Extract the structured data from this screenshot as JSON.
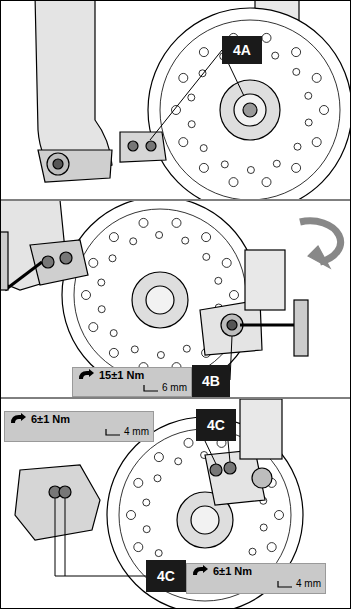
{
  "diagram": {
    "nodes": [
      {
        "text": [
          "4A"
        ]
      },
      {
        "text": [
          "15±1 Nm",
          "6 mm"
        ]
      },
      {
        "text": [
          "4B"
        ]
      },
      {
        "text": [
          "6±1 Nm",
          "4 mm"
        ]
      },
      {
        "text": [
          "4C"
        ]
      },
      {
        "text": [
          "4C"
        ]
      },
      {
        "text": [
          "6±1 Nm",
          "4 mm"
        ]
      }
    ]
  }
}
